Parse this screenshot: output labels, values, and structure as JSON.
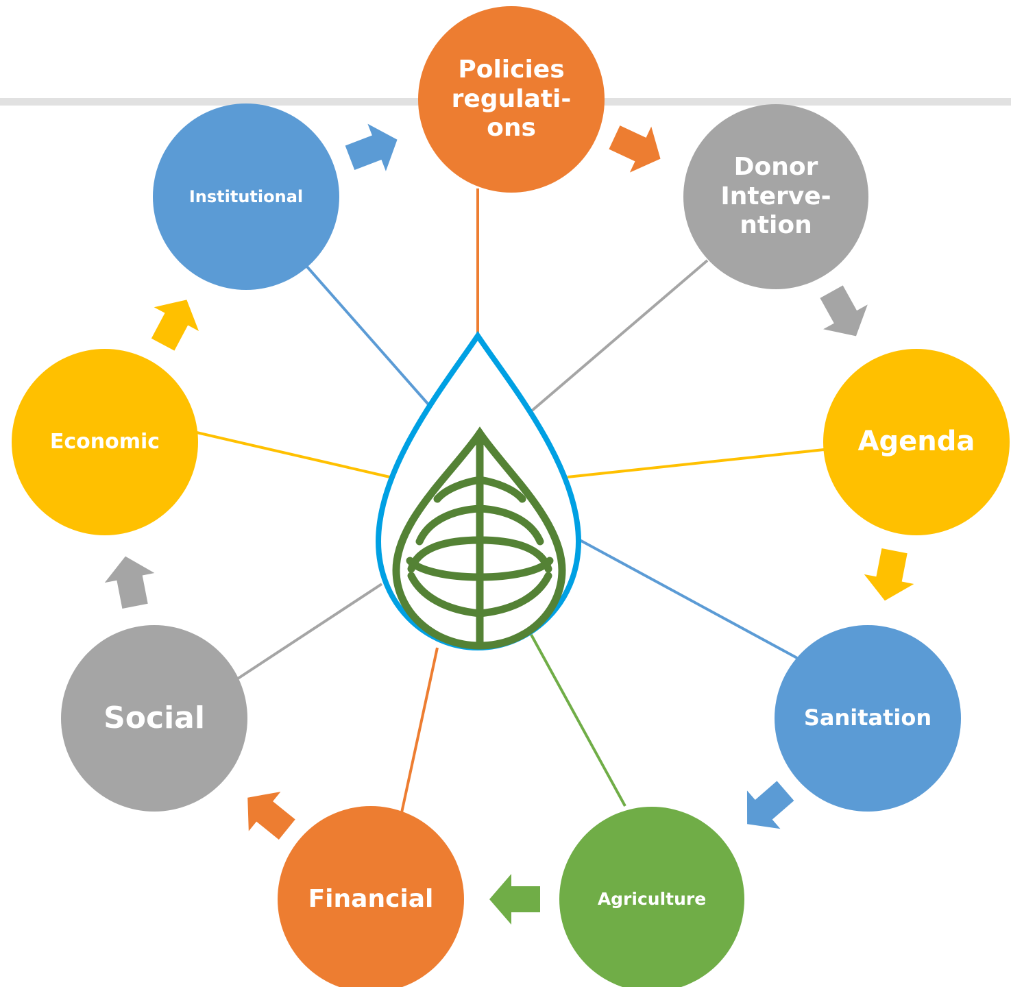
{
  "nodes": [
    {
      "id": "policies",
      "label": "Policies regulati-ons",
      "lines": [
        "Policies",
        "regulati-",
        "ons"
      ],
      "color": "#ED7D31"
    },
    {
      "id": "donor",
      "label": "Donor Interve-ntion",
      "lines": [
        "Donor",
        "Interve-",
        "ntion"
      ],
      "color": "#A5A5A5"
    },
    {
      "id": "agenda",
      "label": "Agenda",
      "lines": [
        "Agenda"
      ],
      "color": "#FFC000"
    },
    {
      "id": "sanitation",
      "label": "Sanitation",
      "lines": [
        "Sanitation"
      ],
      "color": "#5B9BD5"
    },
    {
      "id": "agriculture",
      "label": "Agriculture",
      "lines": [
        "Agriculture"
      ],
      "color": "#70AD47"
    },
    {
      "id": "financial",
      "label": "Financial",
      "lines": [
        "Financial"
      ],
      "color": "#ED7D31"
    },
    {
      "id": "social",
      "label": "Social",
      "lines": [
        "Social"
      ],
      "color": "#A5A5A5"
    },
    {
      "id": "economic",
      "label": "Economic",
      "lines": [
        "Economic"
      ],
      "color": "#FFC000"
    },
    {
      "id": "institutional",
      "label": "Institutional",
      "lines": [
        "Institutional"
      ],
      "color": "#5B9BD5"
    }
  ],
  "arrows": [
    {
      "from": "institutional",
      "to": "policies",
      "color": "#5B9BD5"
    },
    {
      "from": "policies",
      "to": "donor",
      "color": "#ED7D31"
    },
    {
      "from": "donor",
      "to": "agenda",
      "color": "#A5A5A5"
    },
    {
      "from": "agenda",
      "to": "sanitation",
      "color": "#FFC000"
    },
    {
      "from": "sanitation",
      "to": "agriculture",
      "color": "#5B9BD5"
    },
    {
      "from": "agriculture",
      "to": "financial",
      "color": "#70AD47"
    },
    {
      "from": "financial",
      "to": "social",
      "color": "#ED7D31"
    },
    {
      "from": "social",
      "to": "economic",
      "color": "#A5A5A5"
    },
    {
      "from": "economic",
      "to": "institutional",
      "color": "#FFC000"
    }
  ],
  "center": {
    "icon": "water-drop-leaf-icon",
    "drop_color": "#00A0E3",
    "leaf_color": "#548235"
  },
  "background_bar_color": "#E1E1E1"
}
